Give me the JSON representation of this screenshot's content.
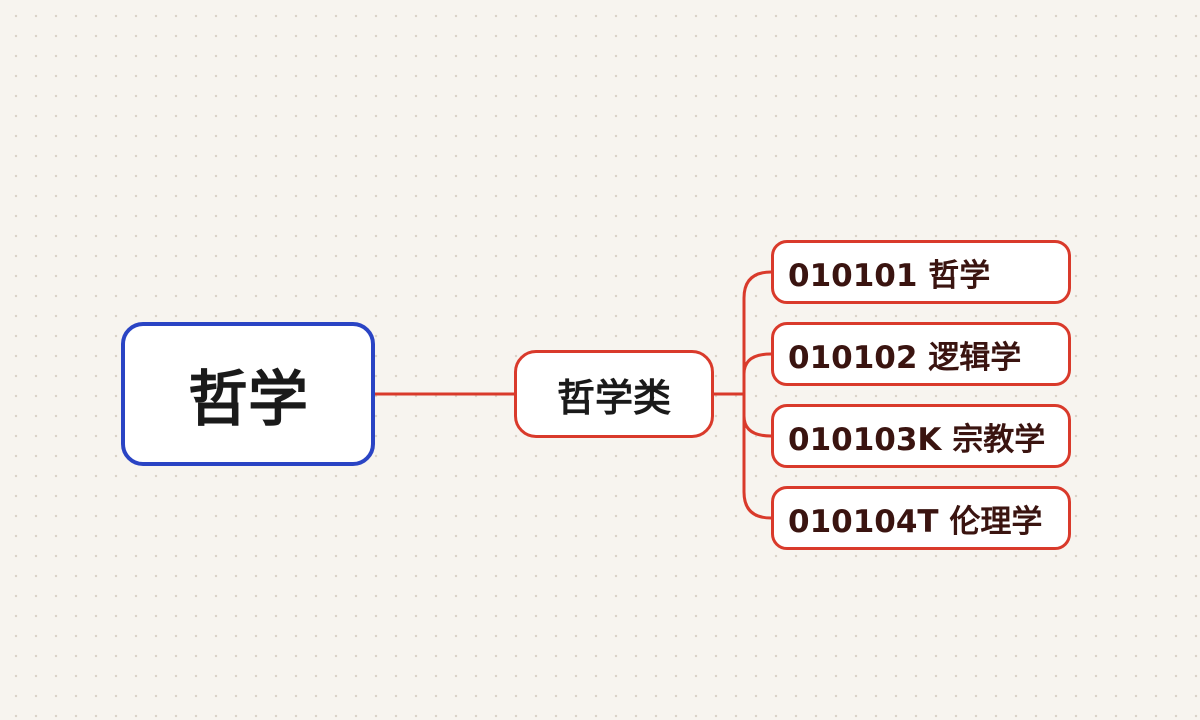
{
  "root": {
    "label": "哲学"
  },
  "category": {
    "label": "哲学类"
  },
  "majors": [
    {
      "label": "010101 哲学"
    },
    {
      "label": "010102 逻辑学"
    },
    {
      "label": "010103K 宗教学"
    },
    {
      "label": "010104T 伦理学"
    }
  ],
  "colors": {
    "root_border": "#2a44c4",
    "branch": "#d93a2b",
    "background": "#f7f4ef"
  }
}
